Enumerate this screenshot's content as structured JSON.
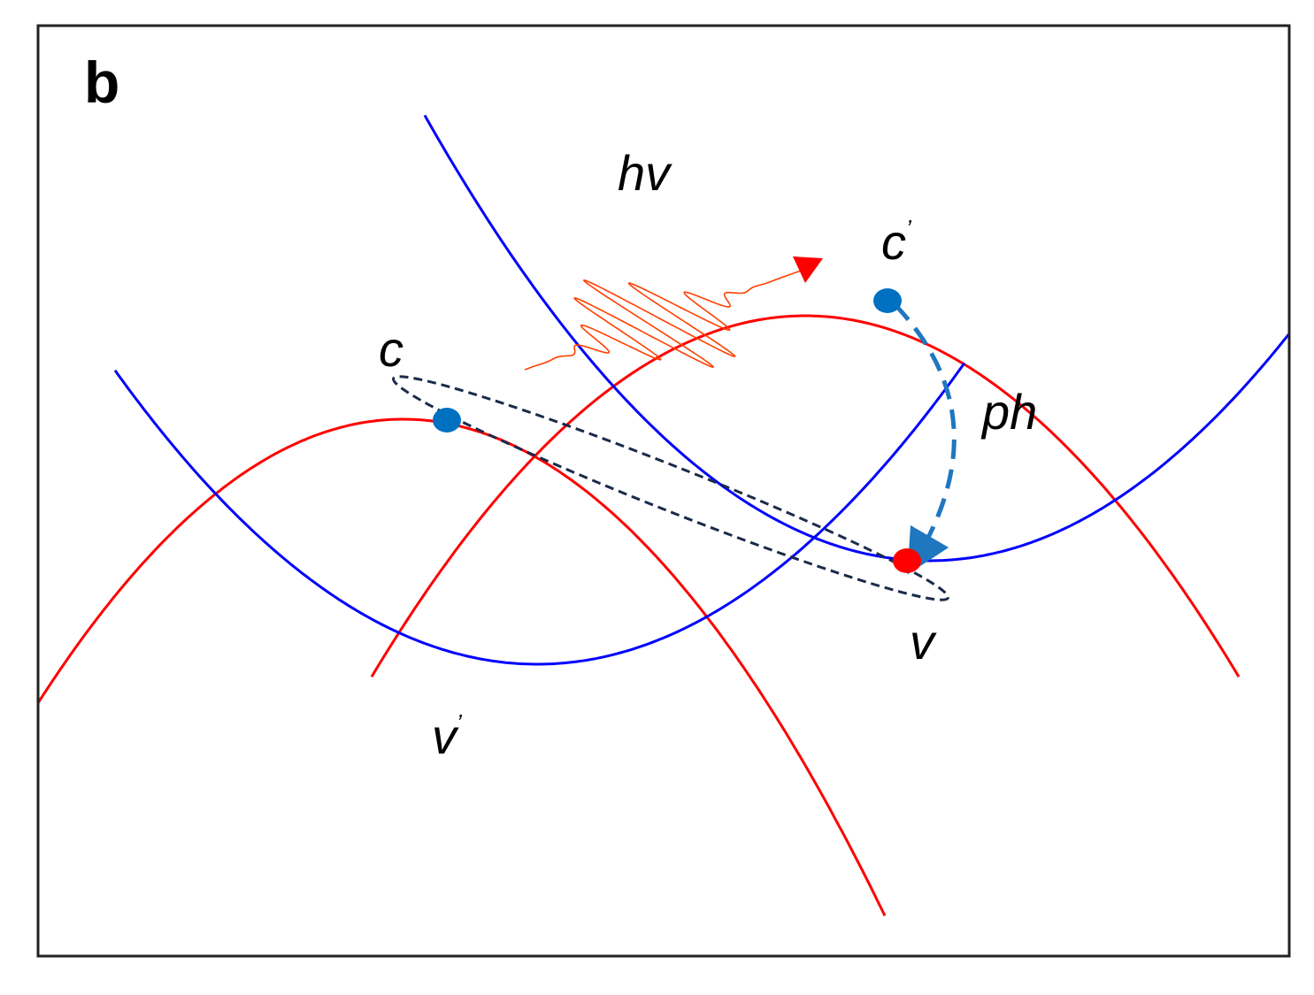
{
  "panel_label": "b",
  "labels": {
    "photon": "hv",
    "c": "c",
    "c_prime": "c",
    "phonon": "ph",
    "v": "v",
    "v_prime": "v",
    "prime_mark": "’"
  },
  "colors": {
    "conduction_band": "#ff0000",
    "valence_band": "#0000ff",
    "electron": "#0070c0",
    "hole": "#ff0000",
    "photon": "#ff4000",
    "photon_arrow": "#ff0000",
    "exciton": "#1a2a4a",
    "phonon": "#1f77c0",
    "frame": "#222222"
  },
  "elements": {
    "conduction_band_c": "conduction band c",
    "conduction_band_c_prime": "conduction band c'",
    "valence_band_v": "valence band v",
    "valence_band_v_prime": "valence band v'"
  }
}
